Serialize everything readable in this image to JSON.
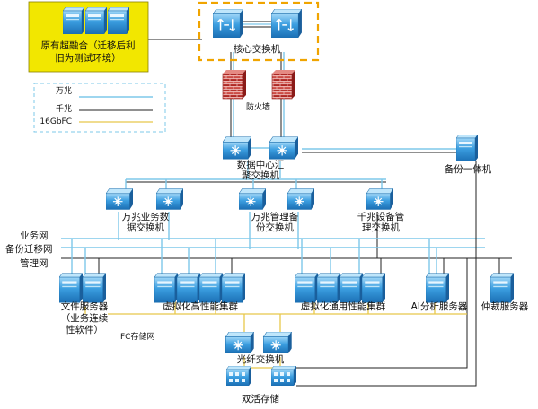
{
  "legacy_box": {
    "line1": "原有超融合（迁移后利",
    "line2": "旧为测试环境）"
  },
  "core_switch": {
    "label": "核心交换机"
  },
  "firewall": {
    "label": "防火墙"
  },
  "legend": {
    "items": [
      {
        "label": "万兆",
        "color": "#7ec8ea"
      },
      {
        "label": "千兆",
        "color": "#222222"
      },
      {
        "label": "16GbFC",
        "color": "#e8c84a"
      }
    ]
  },
  "aggregation": {
    "line1": "数据中心汇",
    "line2": "聚交换机"
  },
  "backup_appliance": {
    "label": "备份一体机"
  },
  "switches": {
    "biz": {
      "line1": "万兆业务数",
      "line2": "据交换机"
    },
    "mgmt": {
      "line1": "万兆管理备",
      "line2": "份交换机"
    },
    "gig": {
      "line1": "千兆设备管",
      "line2": "理交换机"
    }
  },
  "networks": {
    "business": "业务网",
    "migration": "备份迁移网",
    "management": "管理网"
  },
  "servers": {
    "file": {
      "line1": "文件服务器",
      "line2": "（业务连续",
      "line3": "性软件）"
    },
    "hpc": {
      "label": "虚拟化高性能集群"
    },
    "general": {
      "label": "虚拟化通用性能集群"
    },
    "ai": {
      "label": "AI分析服务器"
    },
    "arbiter": {
      "label": "仲裁服务器"
    }
  },
  "fc": {
    "network": "FC存储网",
    "switch_label": "光纤交换机"
  },
  "storage": {
    "label": "双活存储"
  },
  "colors": {
    "accent_yellow": "#f2e700",
    "dash_orange": "#f0a400",
    "device_blue": "#2e8fd8",
    "firewall_red": "#c8312e"
  }
}
